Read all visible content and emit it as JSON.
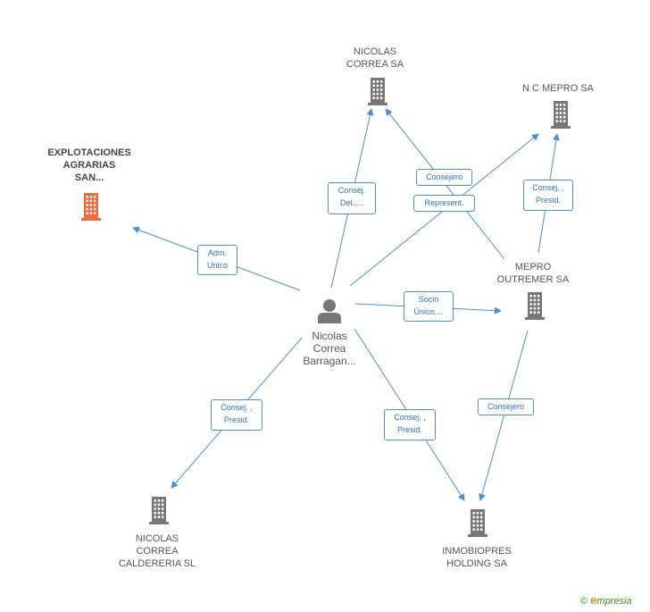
{
  "colors": {
    "edge": "#4a8fd6",
    "node": "#777777",
    "focus_node": "#f06a3a",
    "person": "#777777"
  },
  "nodes": [
    {
      "id": "explotaciones",
      "label": "EXPLOTACIONES\nAGRARIAS\nSAN...",
      "icon": "building-icon",
      "focus": true
    },
    {
      "id": "nicolas_correa_sa",
      "label": "NICOLAS\nCORREA SA",
      "icon": "building-icon"
    },
    {
      "id": "nc_mepro",
      "label": "N C MEPRO SA",
      "icon": "building-icon"
    },
    {
      "id": "mepro_outremer",
      "label": "MEPRO\nOUTREMER SA",
      "icon": "building-icon"
    },
    {
      "id": "person",
      "label": "Nicolas\nCorrea\nBarragan...",
      "icon": "person-icon"
    },
    {
      "id": "nicolas_correa_caldereria",
      "label": "NICOLAS\nCORREA\nCALDERERIA SL",
      "icon": "building-icon"
    },
    {
      "id": "inmobiopres",
      "label": "INMOBIOPRES\nHOLDING SA",
      "icon": "building-icon"
    }
  ],
  "edges": [
    {
      "id": "e_adm",
      "from": "person",
      "to": "explotaciones",
      "label": "Adm.\nUnico"
    },
    {
      "id": "e_consej_del",
      "from": "person",
      "to": "nicolas_correa_sa",
      "label": "Consej.\nDel.,..."
    },
    {
      "id": "e_represent",
      "from": "person",
      "to": "nc_mepro",
      "label": "Represent."
    },
    {
      "id": "e_consejero_top",
      "from": "mepro_outremer",
      "to": "nicolas_correa_sa",
      "label": "Consejero"
    },
    {
      "id": "e_consej_presid_top",
      "from": "mepro_outremer",
      "to": "nc_mepro",
      "label": "Consej. ,\nPresid."
    },
    {
      "id": "e_socio",
      "from": "person",
      "to": "mepro_outremer",
      "label": "Socio\nÚnico,..."
    },
    {
      "id": "e_consej_presid_left",
      "from": "person",
      "to": "nicolas_correa_caldereria",
      "label": "Consej. ,\nPresid."
    },
    {
      "id": "e_consej_presid_mid",
      "from": "person",
      "to": "inmobiopres",
      "label": "Consej. ,\nPresid."
    },
    {
      "id": "e_consejero_bottom",
      "from": "mepro_outremer",
      "to": "inmobiopres",
      "label": "Consejero"
    }
  ],
  "footer": {
    "copyright": "©",
    "brand_initial": "e",
    "brand_rest": "mpresia"
  }
}
